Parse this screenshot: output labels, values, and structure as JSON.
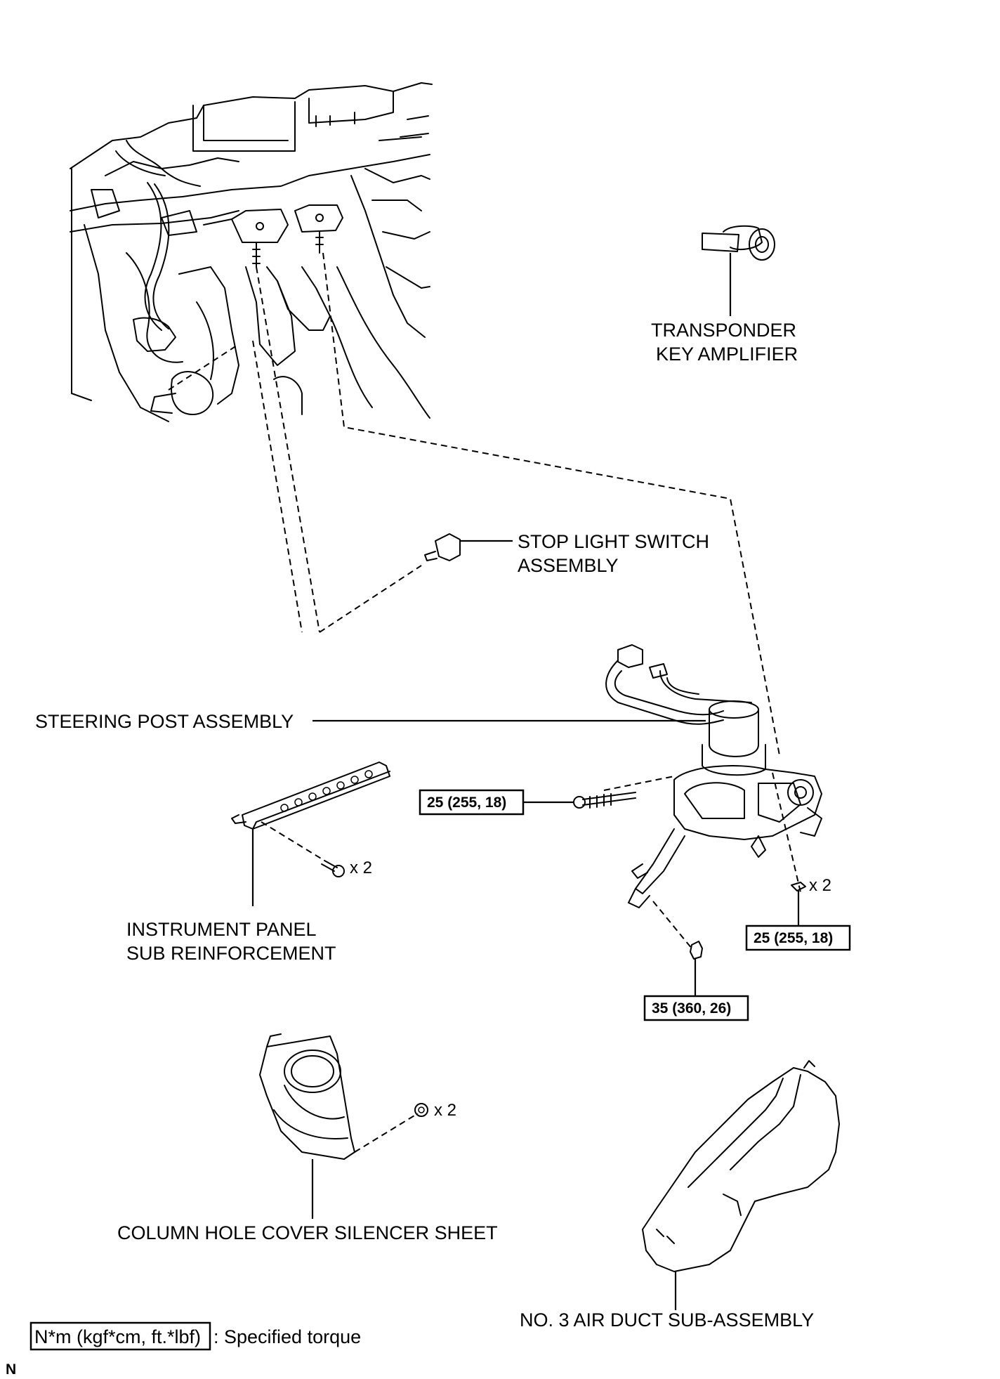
{
  "labels": {
    "transponder_line1": "TRANSPONDER",
    "transponder_line2": "KEY AMPLIFIER",
    "stop_light_line1": "STOP LIGHT SWITCH",
    "stop_light_line2": "ASSEMBLY",
    "steering_post": "STEERING POST ASSEMBLY",
    "instrument_panel_line1": "INSTRUMENT PANEL",
    "instrument_panel_line2": "SUB REINFORCEMENT",
    "column_hole_cover": "COLUMN HOLE COVER SILENCER SHEET",
    "air_duct": "NO. 3 AIR DUCT SUB-ASSEMBLY"
  },
  "torques": {
    "steering_bolt": "25 (255, 18)",
    "lower_bolt": "35 (360, 26)",
    "right_bolt": "25 (255, 18)"
  },
  "quantities": {
    "reinforcement_bolts": "x 2",
    "post_bolts": "x 2",
    "cover_nuts": "x 2"
  },
  "legend": {
    "box_text": "N*m (kgf*cm, ft.*lbf)",
    "description": ": Specified torque"
  },
  "corner_mark": "N"
}
